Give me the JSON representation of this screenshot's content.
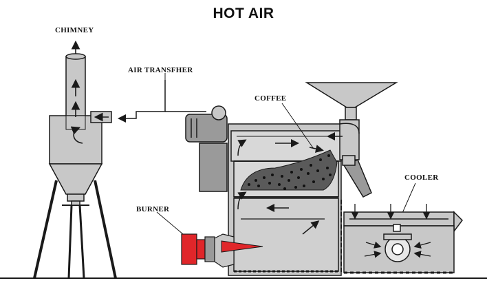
{
  "title": "HOT AIR",
  "labels": {
    "chimney": "CHIMNEY",
    "air_transfer": "AIR TRANSFHER",
    "coffee": "COFFEE",
    "cooler": "COOLER",
    "burner": "BURNER"
  },
  "colors": {
    "background": "#ffffff",
    "metal": "#c8c8c8",
    "metal_dark": "#9a9a9a",
    "outline": "#1a1a1a",
    "burner": "#e0262a",
    "flame": "#e0262a",
    "beans": "#2a2a2a"
  },
  "icons": [
    "fan-motor-icon",
    "cooler-fan-icon",
    "flame-icon",
    "airflow-arrow-icon"
  ]
}
